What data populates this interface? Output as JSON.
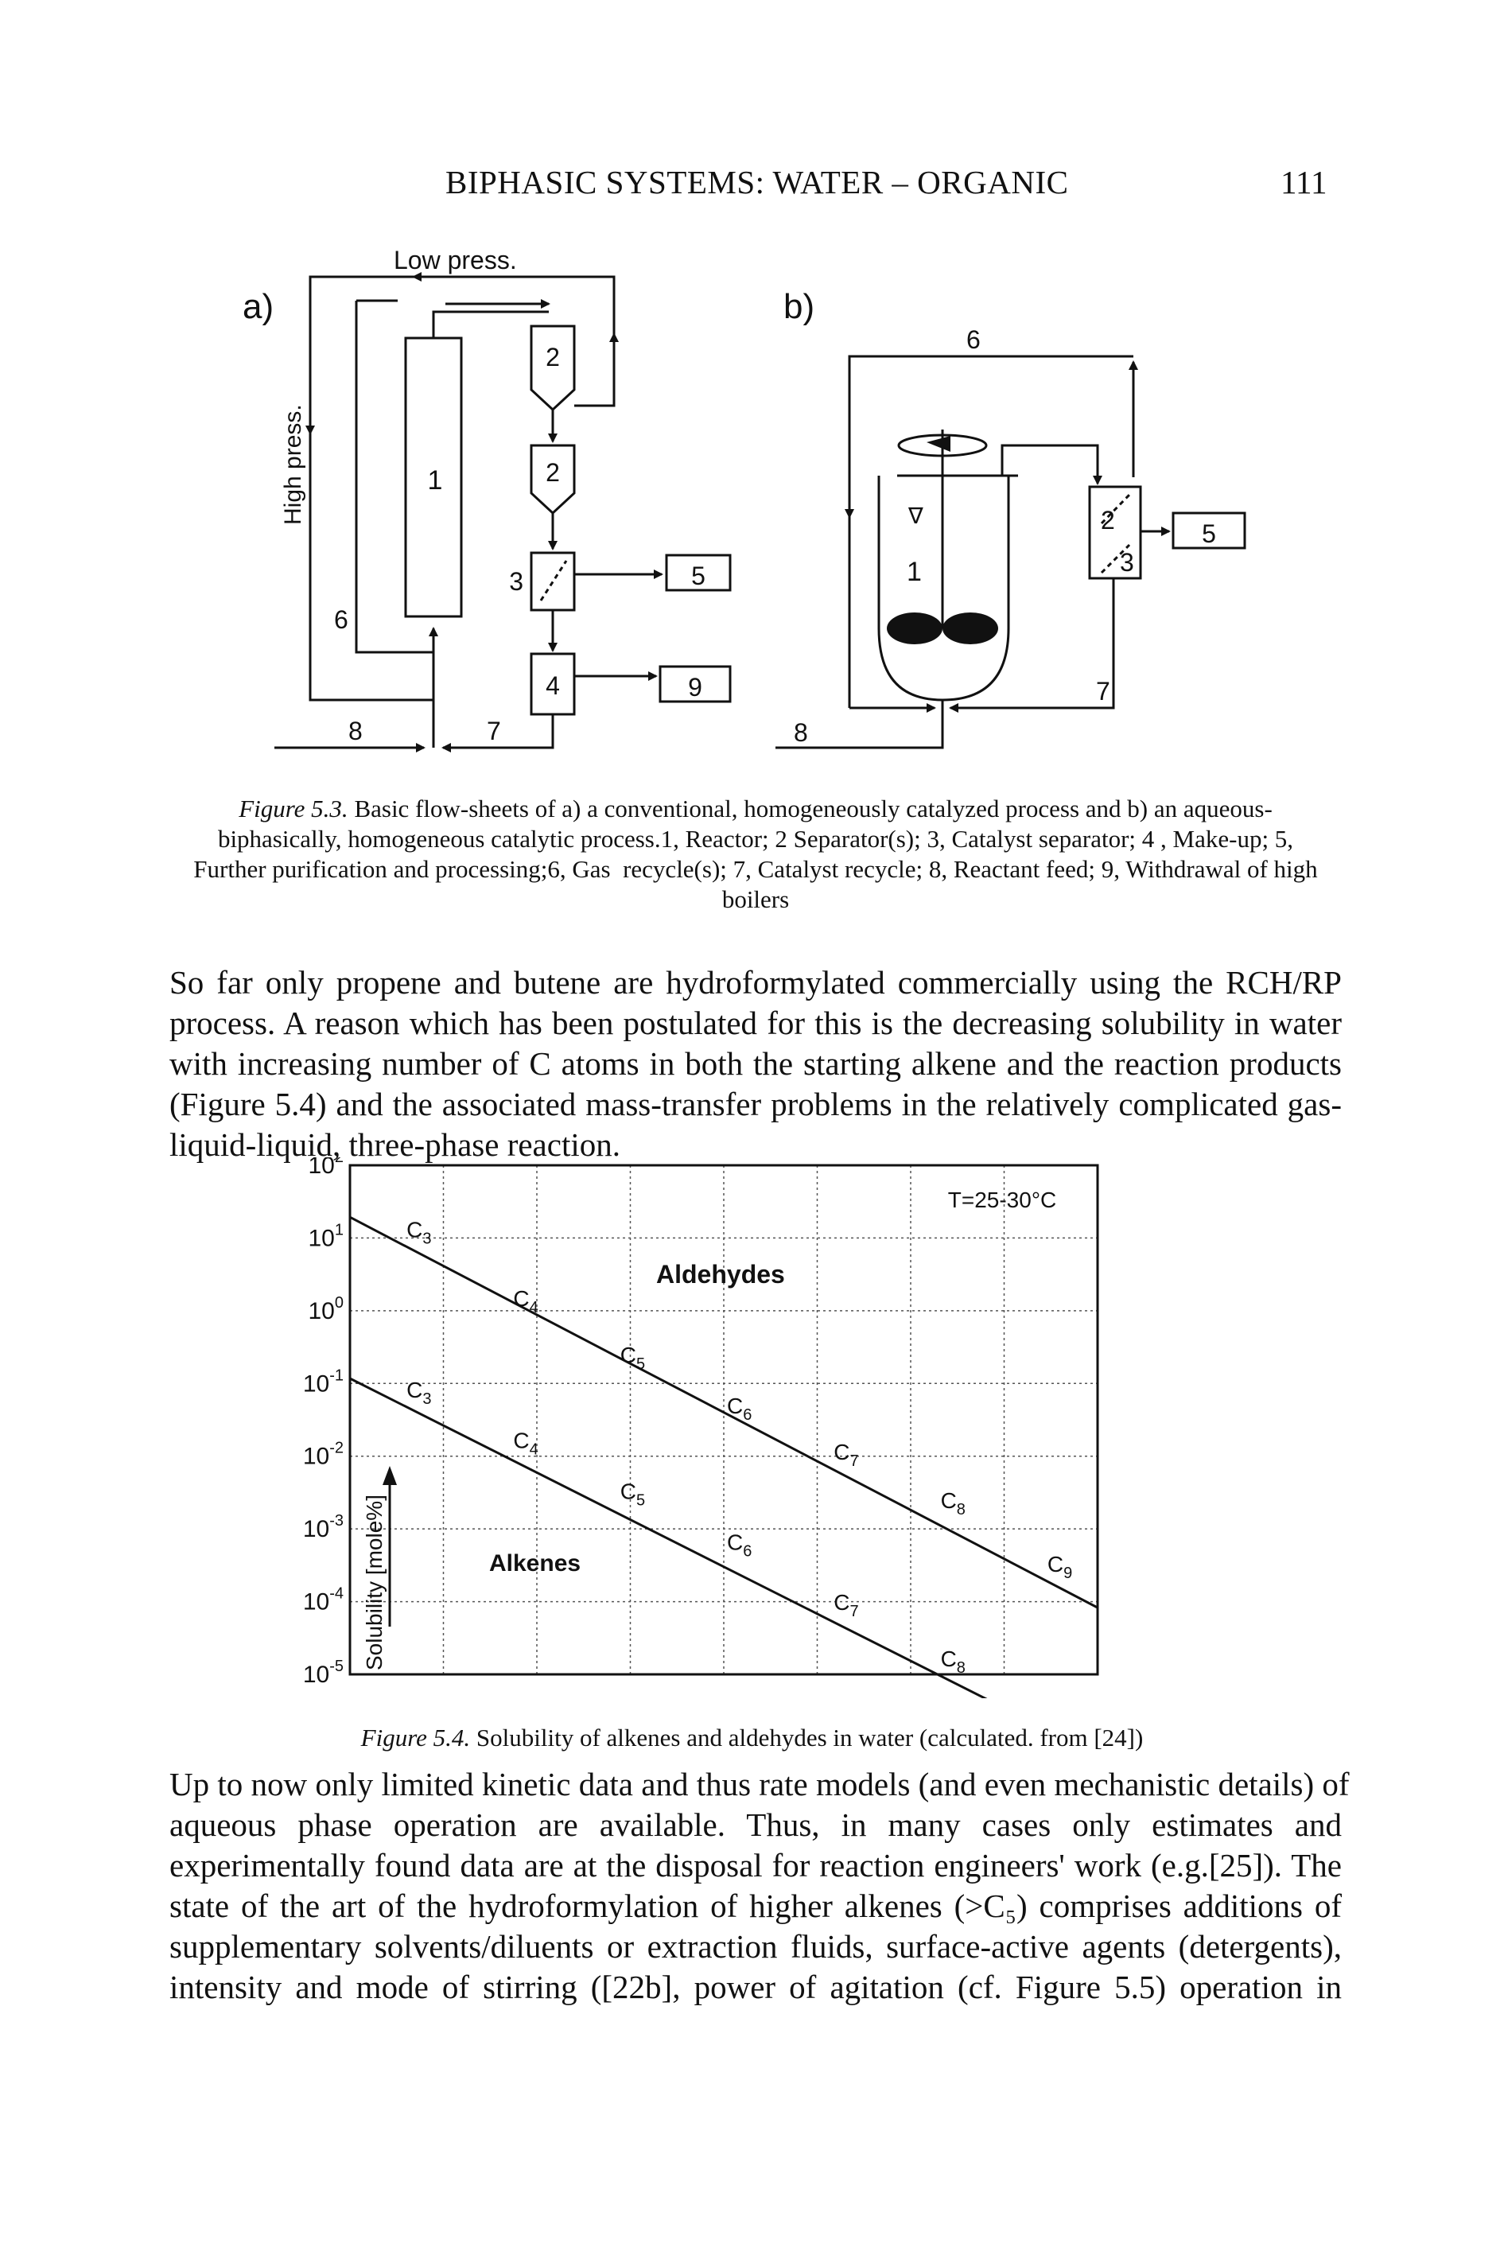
{
  "header": {
    "title": "BIPHASIC SYSTEMS: WATER – ORGANIC",
    "page_number": "111"
  },
  "figure_5_3": {
    "panel_a": {
      "label": "a)",
      "low_press": "Low press.",
      "high_press": "High press.",
      "boxes": {
        "reactor": "1",
        "sep1": "2",
        "sep2": "2",
        "cat_sep": "3",
        "makeup": "4",
        "purif": "5",
        "withdraw": "9"
      },
      "streams": {
        "gas": "6",
        "cat": "7",
        "feed": "8"
      }
    },
    "panel_b": {
      "label": "b)",
      "boxes": {
        "reactor": "1",
        "sep_top": "2",
        "sep_bot": "3",
        "purif": "5"
      },
      "streams": {
        "gas": "6",
        "cat": "7",
        "feed": "8"
      },
      "level_mark": "∇"
    },
    "caption_label": "Figure 5.3.",
    "caption_lines": [
      "Basic flow-sheets of a) a conventional, homogeneously catalyzed process and b) an aqueous-",
      "biphasically, homogeneous catalytic process.1, Reactor; 2 Separator(s); 3, Catalyst separator; 4 , Make-up; 5,",
      "Further purification and processing;6, Gas  recycle(s); 7, Catalyst recycle; 8, Reactant feed; 9, Withdrawal of high",
      "boilers"
    ]
  },
  "paragraph_1": [
    "So far only propene and butene are hydroformylated commercially using the RCH/RP",
    "process. A reason which has been postulated for this is the decreasing solubility in water",
    "with increasing number of C atoms in both the starting alkene and the reaction products",
    "(Figure 5.4) and the associated mass-transfer problems in the relatively complicated gas-",
    "liquid-liquid, three-phase reaction."
  ],
  "figure_5_4": {
    "caption_label": "Figure 5.4.",
    "caption_text": "Solubility of alkenes and aldehydes in water (calculated. from [24])"
  },
  "chart_data": {
    "type": "line",
    "title": "",
    "annotation": "T=25-30°C",
    "ylabel": "Solubility [mole%]",
    "xlabel": "",
    "yscale": "log",
    "ylim": [
      1e-05,
      100
    ],
    "y_ticks": [
      {
        "base": "10",
        "exp": "2"
      },
      {
        "base": "10",
        "exp": "1"
      },
      {
        "base": "10",
        "exp": "0"
      },
      {
        "base": "10",
        "exp": "-1"
      },
      {
        "base": "10",
        "exp": "-2"
      },
      {
        "base": "10",
        "exp": "-3"
      },
      {
        "base": "10",
        "exp": "-4"
      },
      {
        "base": "10",
        "exp": "-5"
      }
    ],
    "grid": true,
    "x_grid_count": 7,
    "series": [
      {
        "name": "Aldehydes",
        "points": [
          {
            "label": "C",
            "sub": "3",
            "y": 8
          },
          {
            "label": "C",
            "sub": "4",
            "y": 0.9
          },
          {
            "label": "C",
            "sub": "5",
            "y": 0.15
          },
          {
            "label": "C",
            "sub": "6",
            "y": 0.03
          },
          {
            "label": "C",
            "sub": "7",
            "y": 0.007
          },
          {
            "label": "C",
            "sub": "8",
            "y": 0.0015
          },
          {
            "label": "C",
            "sub": "9",
            "y": 0.0002
          }
        ]
      },
      {
        "name": "Alkenes",
        "points": [
          {
            "label": "C",
            "sub": "3",
            "y": 0.05
          },
          {
            "label": "C",
            "sub": "4",
            "y": 0.01
          },
          {
            "label": "C",
            "sub": "5",
            "y": 0.002
          },
          {
            "label": "C",
            "sub": "6",
            "y": 0.0004
          },
          {
            "label": "C",
            "sub": "7",
            "y": 6e-05
          },
          {
            "label": "C",
            "sub": "8",
            "y": 1e-05
          }
        ]
      }
    ]
  },
  "paragraph_2": [
    "Up to now only limited kinetic data and thus rate models (and even mechanistic details) of",
    "aqueous phase operation are available. Thus, in many cases only estimates and",
    "experimentally found data are at the disposal for reaction engineers' work (e.g.[25]). The",
    "state of the art of the hydroformylation of higher alkenes (>C₅) comprises additions of",
    "supplementary solvents/diluents or extraction fluids, surface-active agents (detergents),",
    "intensity and mode of stirring ([22b], power of agitation (cf. Figure 5.5) operation in"
  ]
}
